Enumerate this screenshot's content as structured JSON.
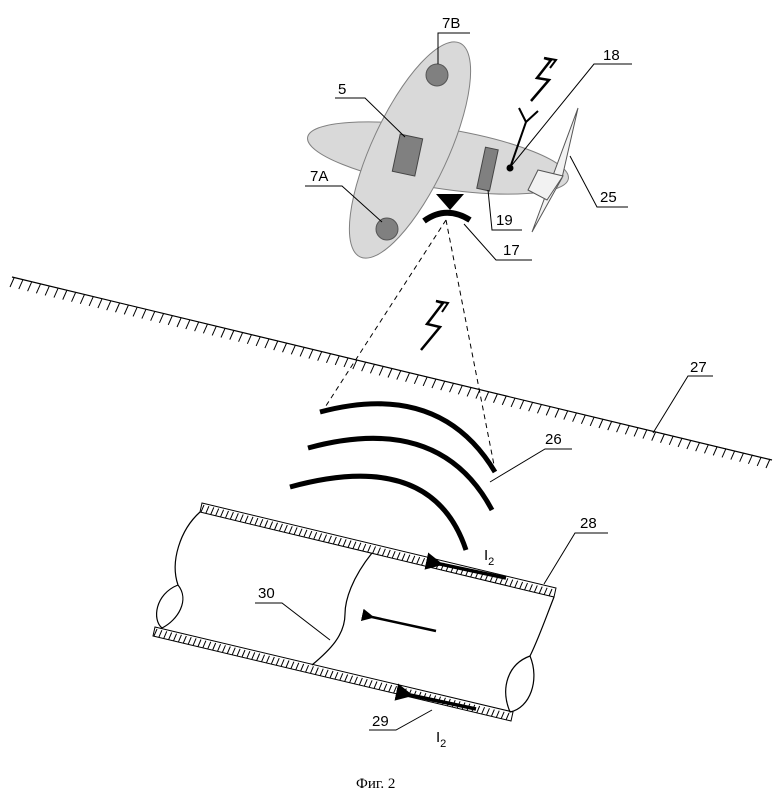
{
  "labels": {
    "l7b": "7B",
    "l5": "5",
    "l18": "18",
    "l7a": "7A",
    "l19": "19",
    "l25": "25",
    "l17": "17",
    "l27": "27",
    "l26": "26",
    "l28": "28",
    "l30": "30",
    "l29": "29",
    "i2_top": "I",
    "i2_bottom": "I",
    "sub2": "2"
  },
  "caption": "Фиг. 2",
  "colors": {
    "body": "#d9d9d9",
    "component": "#808080",
    "line": "#000000"
  },
  "icons": {
    "signal_upper": "lightning-icon",
    "signal_lower": "lightning-icon"
  }
}
